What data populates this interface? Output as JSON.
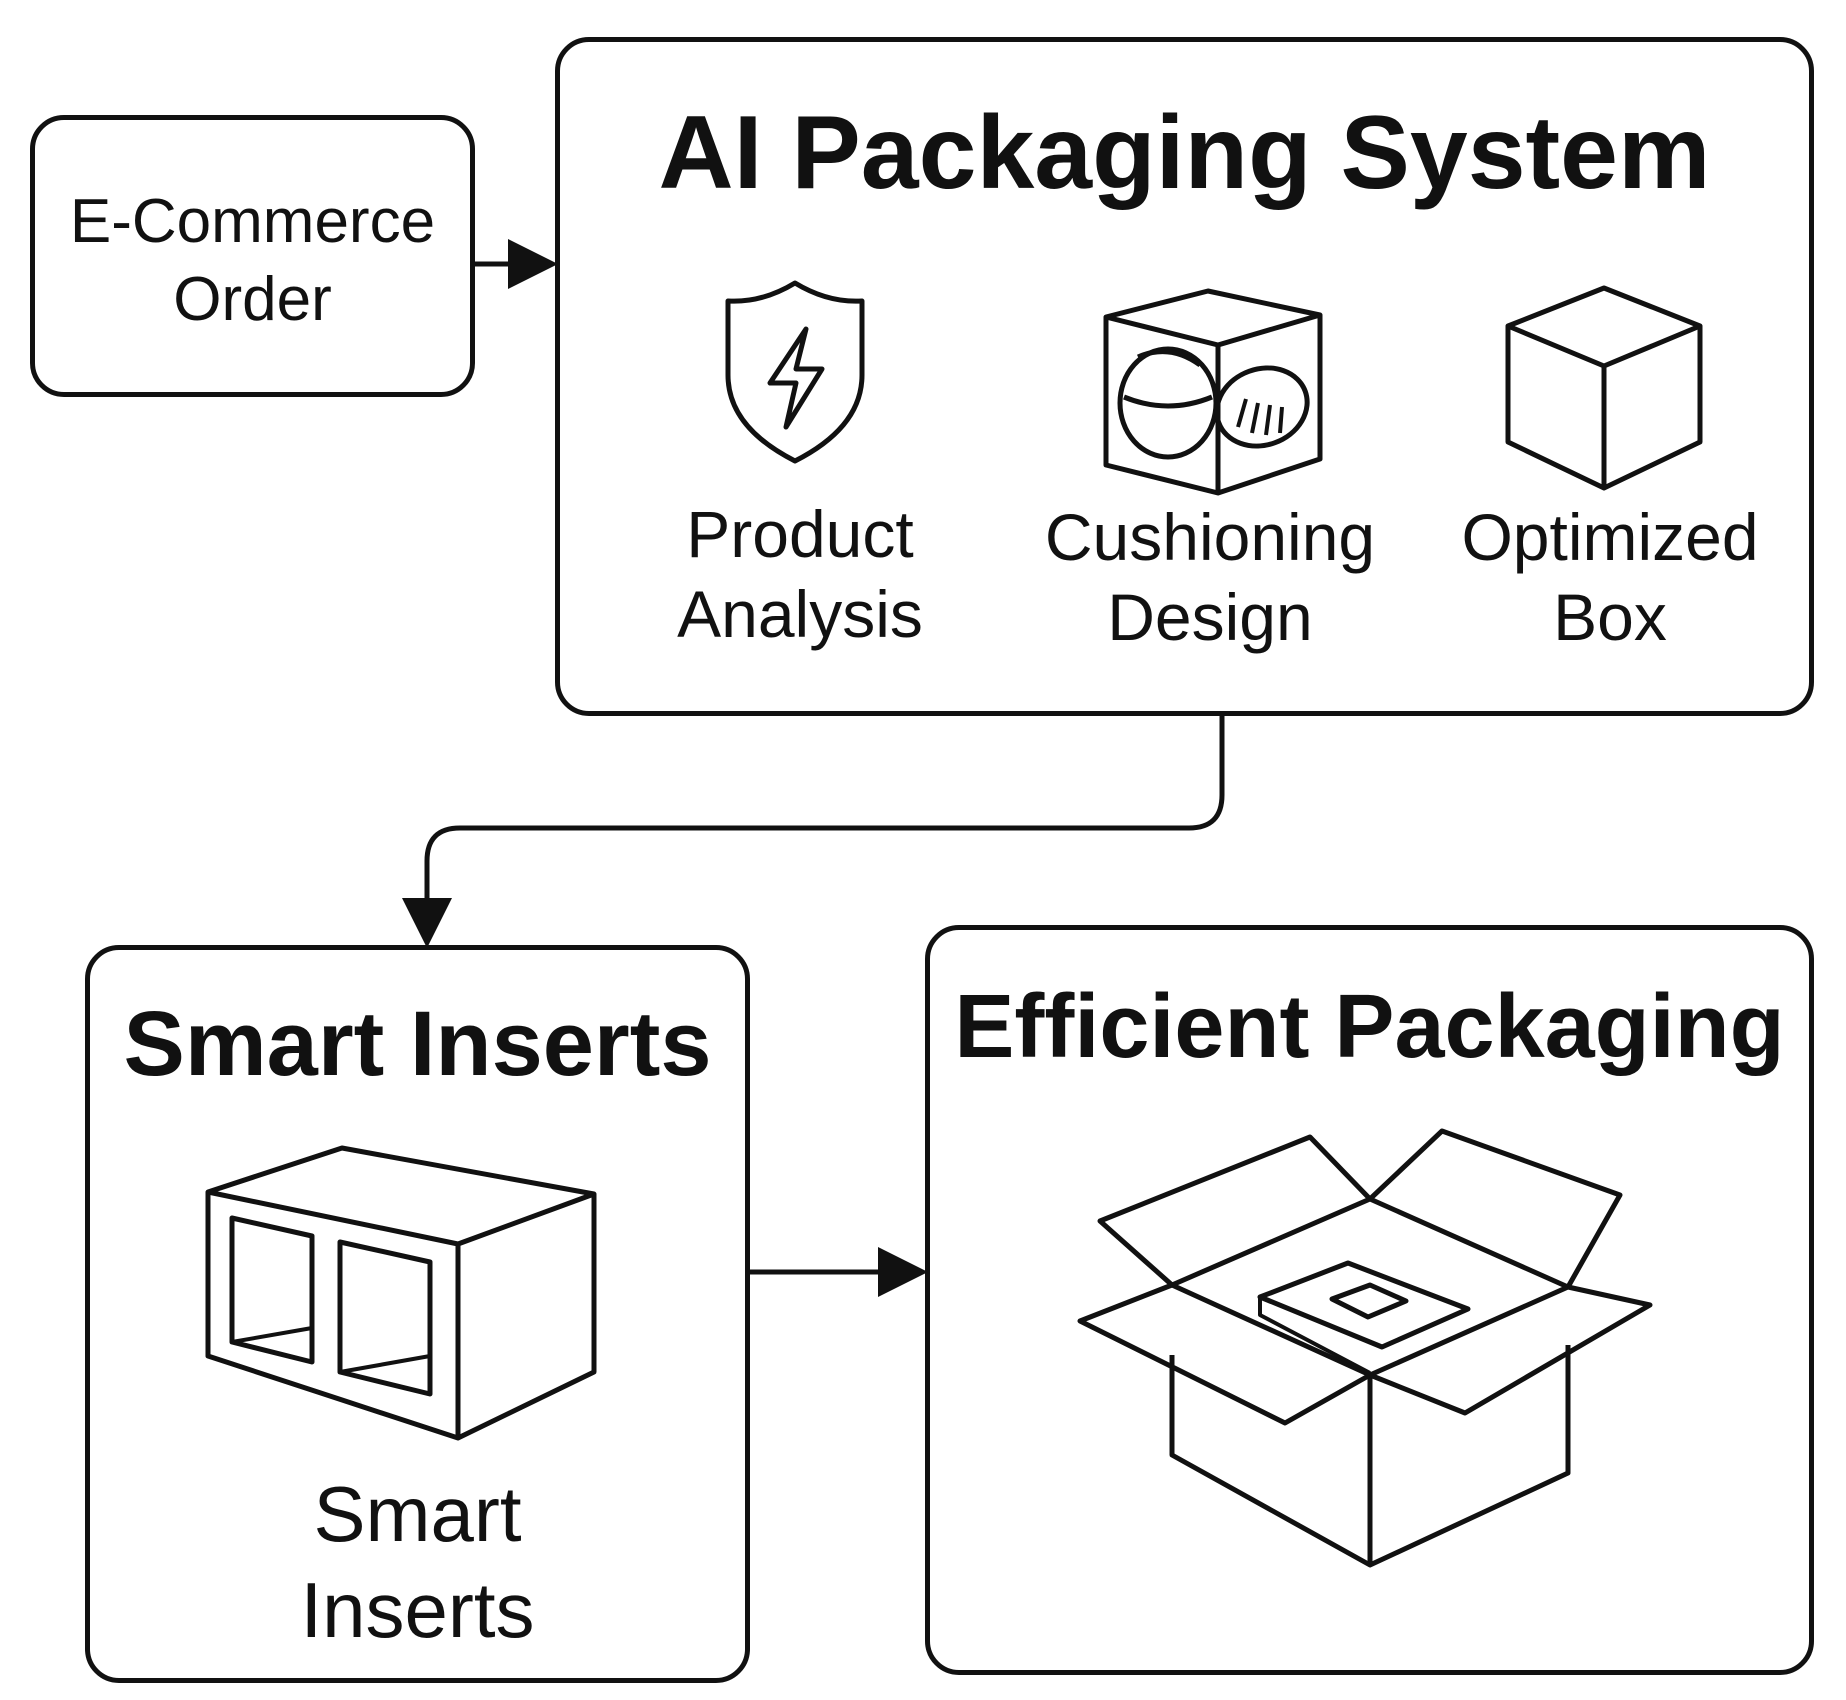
{
  "order_box": {
    "line1": "E-Commerce",
    "line2": "Order"
  },
  "system_box": {
    "title": "AI Packaging System",
    "steps": [
      {
        "line1": "Product",
        "line2": "Analysis",
        "icon": "shield-lightning-icon"
      },
      {
        "line1": "Cushioning",
        "line2": "Design",
        "icon": "cushioned-box-icon"
      },
      {
        "line1": "Optimized",
        "line2": "Box",
        "icon": "cube-icon"
      }
    ]
  },
  "inserts_box": {
    "title": "Smart Inserts",
    "line1": "Smart",
    "line2": "Inserts",
    "icon": "insert-tray-icon"
  },
  "packaging_box": {
    "title": "Efficient Packaging",
    "icon": "open-box-icon"
  },
  "colors": {
    "stroke": "#111111",
    "background": "#ffffff"
  }
}
